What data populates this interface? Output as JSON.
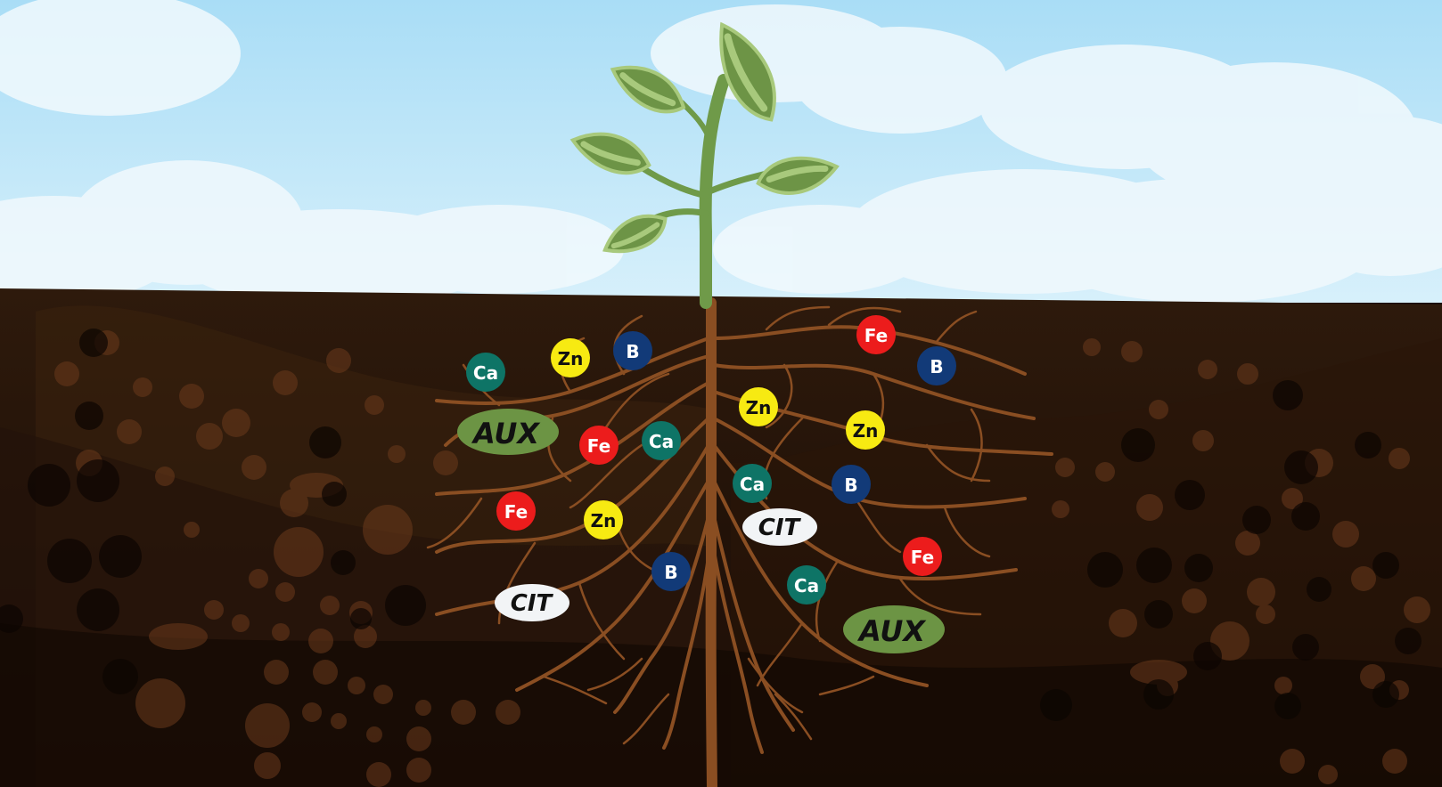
{
  "colors": {
    "sky_top": "#aee0f7",
    "sky_bottom": "#d8f1fc",
    "soil_top": "#2e1a0c",
    "soil_bottom": "#150a04",
    "root": "#8a4e22",
    "stem": "#6f9a49",
    "leaf": "#6d9446",
    "leaf_light": "#a8c97c",
    "Ca": "#0e7466",
    "Zn": "#f7ea12",
    "B": "#123a78",
    "Fe": "#ec1c1c",
    "AUX": "#6c9444",
    "CIT": "#f2f4f6"
  },
  "elements": {
    "Ca": "Ca",
    "Zn": "Zn",
    "B": "B",
    "Fe": "Fe"
  },
  "compounds": {
    "AUX": "AUX",
    "CIT": "CIT"
  }
}
